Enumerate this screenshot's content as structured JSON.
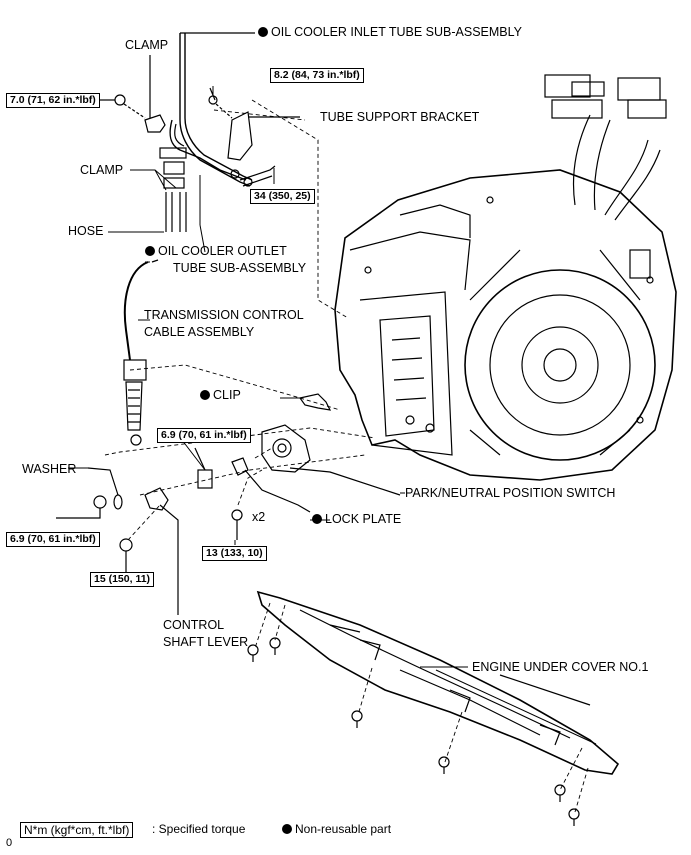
{
  "labels": {
    "oil_cooler_inlet": "OIL COOLER INLET TUBE SUB-ASSEMBLY",
    "clamp_top": "CLAMP",
    "tube_support_bracket": "TUBE SUPPORT BRACKET",
    "clamp_mid": "CLAMP",
    "hose": "HOSE",
    "oil_cooler_outlet_line1": "OIL COOLER OUTLET",
    "oil_cooler_outlet_line2": "TUBE SUB-ASSEMBLY",
    "transmission_cable_line1": "TRANSMISSION CONTROL",
    "transmission_cable_line2": "CABLE ASSEMBLY",
    "clip": "CLIP",
    "washer": "WASHER",
    "park_neutral_switch": "PARK/NEUTRAL POSITION SWITCH",
    "lock_plate": "LOCK PLATE",
    "x2": "x2",
    "control_shaft_line1": "CONTROL",
    "control_shaft_line2": "SHAFT LEVER",
    "engine_under_cover": "ENGINE UNDER COVER NO.1"
  },
  "torques": {
    "clamp_bolt": "7.0 (71, 62 in.*lbf)",
    "bracket_bolt": "8.2 (84, 73 in.*lbf)",
    "tube_union": "34 (350, 25)",
    "switch_nut": "6.9 (70, 61 in.*lbf)",
    "lever_nut": "6.9 (70, 61 in.*lbf)",
    "lock_bolt": "13 (133, 10)",
    "cable_nut": "15 (150, 11)"
  },
  "legend": {
    "torque_unit": "N*m (kgf*cm, ft.*lbf)",
    "torque_text": ": Specified torque",
    "nonreusable_text": "Non-reusable part",
    "corner_mark": "0"
  }
}
